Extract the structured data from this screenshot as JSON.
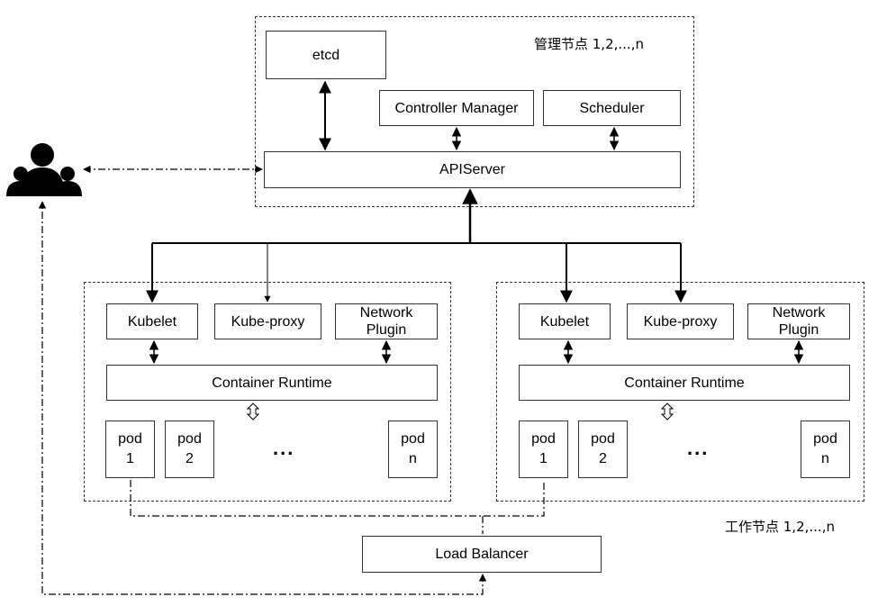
{
  "master": {
    "label": "管理节点 1,2,...,n",
    "etcd": "etcd",
    "controller_manager": "Controller Manager",
    "scheduler": "Scheduler",
    "apiserver": "APIServer"
  },
  "worker_label": "工作节点 1,2,...,n",
  "workers": [
    {
      "kubelet": "Kubelet",
      "kube_proxy": "Kube-proxy",
      "network_plugin_line1": "Network",
      "network_plugin_line2": "Plugin",
      "container_runtime": "Container Runtime",
      "pods": [
        {
          "name": "pod",
          "index": "1"
        },
        {
          "name": "pod",
          "index": "2"
        },
        {
          "name": "pod",
          "index": "n"
        }
      ],
      "ellipsis": "..."
    },
    {
      "kubelet": "Kubelet",
      "kube_proxy": "Kube-proxy",
      "network_plugin_line1": "Network",
      "network_plugin_line2": "Plugin",
      "container_runtime": "Container Runtime",
      "pods": [
        {
          "name": "pod",
          "index": "1"
        },
        {
          "name": "pod",
          "index": "2"
        },
        {
          "name": "pod",
          "index": "n"
        }
      ],
      "ellipsis": "..."
    }
  ],
  "load_balancer": "Load Balancer",
  "icons": {
    "users": "users-group-icon",
    "runtime_link": "hollow-double-arrow-icon"
  }
}
